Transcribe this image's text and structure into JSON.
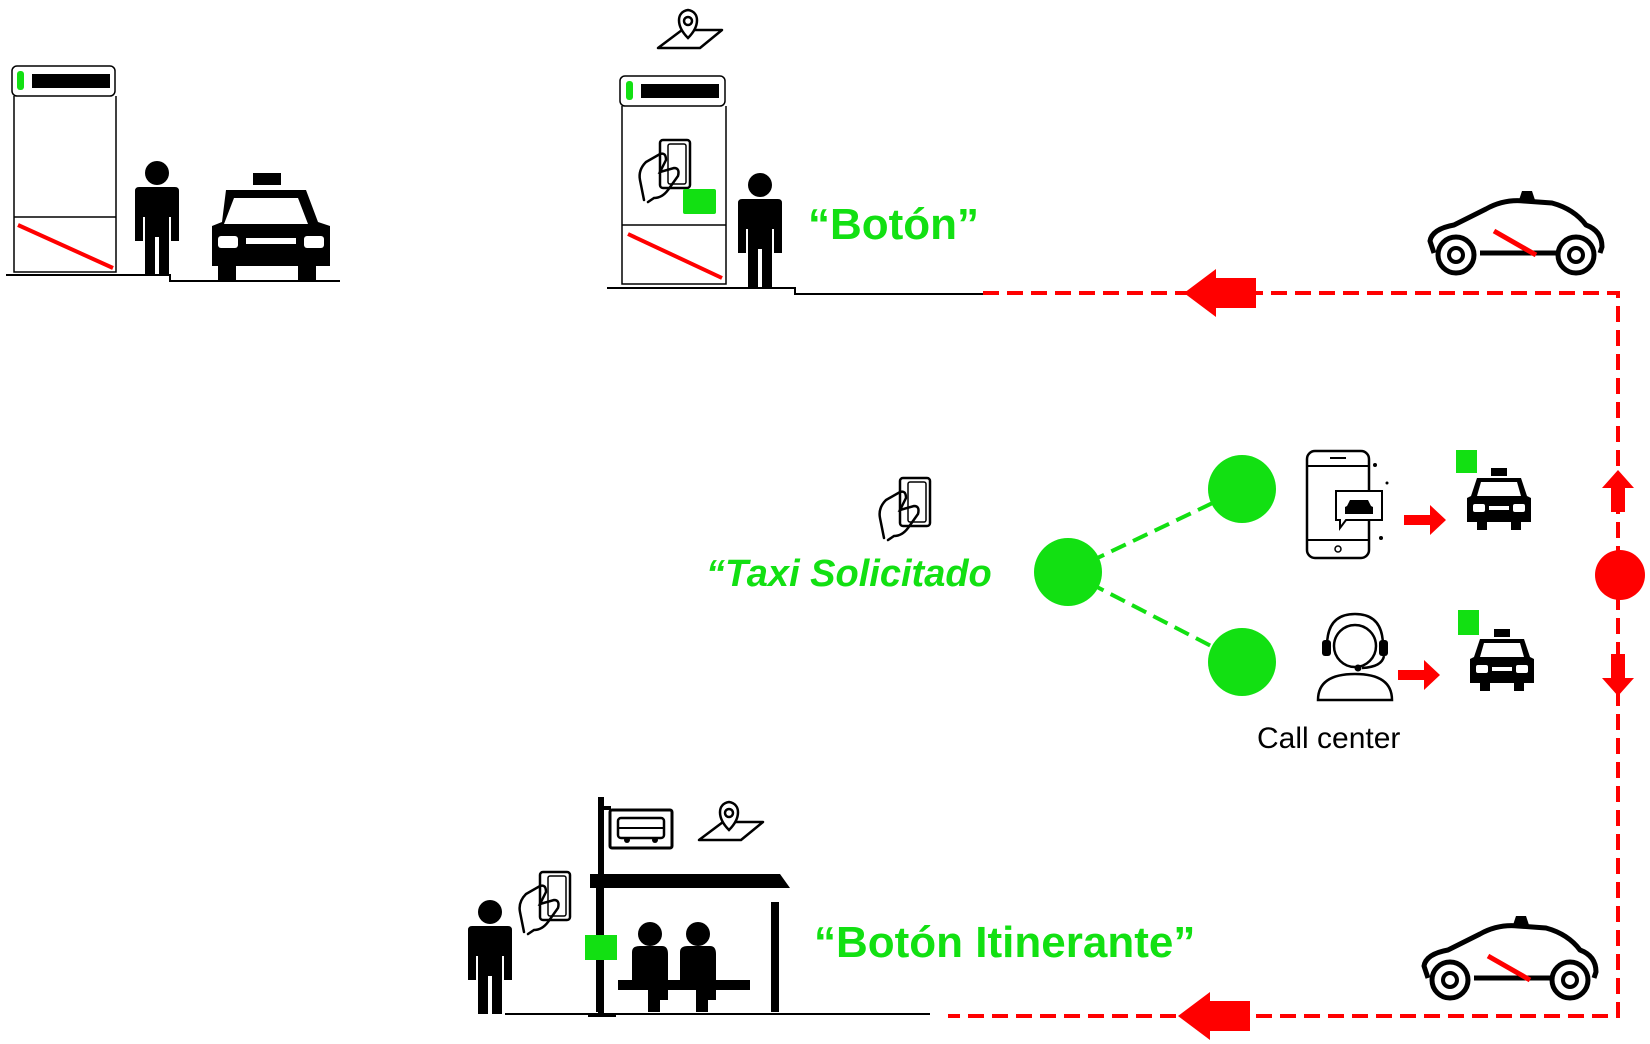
{
  "labels": {
    "boton": "“Botón”",
    "taxi_solicitado": "“Taxi Solicitado",
    "call_center": "Call center",
    "boton_itinerante": "“Botón Itinerante”"
  },
  "colors": {
    "green": "#12e012",
    "red": "#ff0000",
    "black": "#000000"
  },
  "icons": [
    "kiosk-icon",
    "person-icon",
    "taxi-front-icon",
    "map-pin-icon",
    "hand-card-icon",
    "taxi-side-icon",
    "smartphone-taxi-icon",
    "headset-agent-icon",
    "bus-sign-icon",
    "bus-stop-shelter-icon",
    "seated-people-icon"
  ]
}
